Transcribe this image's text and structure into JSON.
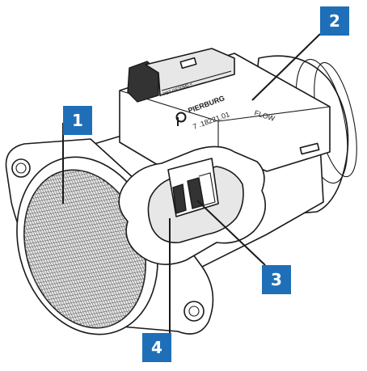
{
  "labels": {
    "brand": "PIERBURG",
    "part_number": "7 .18221.01",
    "flow": "FLOW",
    "connector_marking": "> PBT-GF30M0 <"
  },
  "callouts": [
    {
      "id": "1",
      "text": "1"
    },
    {
      "id": "2",
      "text": "2"
    },
    {
      "id": "3",
      "text": "3"
    },
    {
      "id": "4",
      "text": "4"
    }
  ],
  "colors": {
    "callout_fill": "#1f6fb8",
    "callout_text": "#ffffff",
    "line": "#1a1a1a"
  }
}
